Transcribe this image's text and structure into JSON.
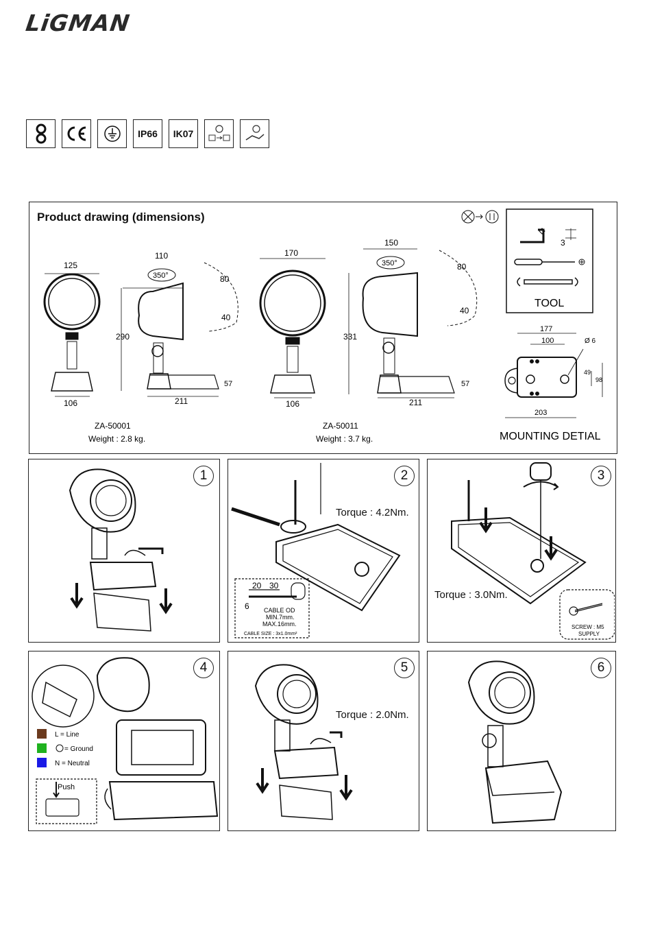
{
  "brand": {
    "logo": "LiGMAN"
  },
  "certs": [
    {
      "icon": "class-ii-icon"
    },
    {
      "icon": "ce-mark-icon"
    },
    {
      "icon": "earth-ground-icon"
    },
    {
      "label": "IP66"
    },
    {
      "label": "IK07"
    },
    {
      "icon": "lamp-replace-icon"
    },
    {
      "icon": "hand-tool-icon"
    }
  ],
  "drawing": {
    "title": "Product drawing (dimensions)",
    "model_a": {
      "code": "ZA-50001",
      "weight": "Weight : 2.8 kg.",
      "dims": {
        "width": "125",
        "depth": "110",
        "height": "290",
        "rotation": "350°",
        "tilt_high": "80",
        "tilt_low": "40",
        "base_a": "106",
        "base_b": "211",
        "base_h": "57"
      }
    },
    "model_b": {
      "code": "ZA-50011",
      "weight": "Weight : 3.7 kg.",
      "dims": {
        "width": "170",
        "depth": "150",
        "height": "331",
        "rotation": "350°",
        "tilt_high": "80",
        "tilt_low": "40",
        "base_a": "106",
        "base_b": "211",
        "base_h": "57"
      }
    },
    "tool": {
      "label": "TOOL",
      "hex_size": "3"
    },
    "mounting": {
      "label": "MOUNTING DETIAL",
      "d1": "177",
      "d2": "100",
      "d3": "203",
      "d4": "49",
      "d5": "98",
      "hole": "Ø 6"
    }
  },
  "steps": [
    {
      "number": "1"
    },
    {
      "number": "2",
      "torque": "Torque : 4.2Nm.",
      "cable": {
        "d1": "20",
        "d2": "30",
        "d3": "6",
        "od": "CABLE OD",
        "min": "MIN.7mm.",
        "max": "MAX.16mm.",
        "size": "CABLE SIZE : 3x1.0mm²"
      }
    },
    {
      "number": "3",
      "torque": "Torque : 3.0Nm.",
      "screw": "SCREW : M5",
      "supply": "SUPPLY"
    },
    {
      "number": "4",
      "legend": [
        {
          "label": "L  = Line",
          "color": "#6b3a1e"
        },
        {
          "label": "= Ground",
          "color": "#1fb21f"
        },
        {
          "label": "N  = Neutral",
          "color": "#1a1ae6"
        }
      ],
      "push": "Push"
    },
    {
      "number": "5",
      "torque": "Torque : 2.0Nm."
    },
    {
      "number": "6"
    }
  ]
}
